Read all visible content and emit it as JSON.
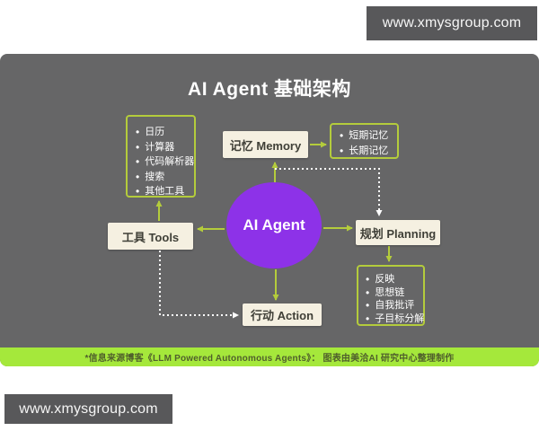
{
  "page": {
    "watermark_top": "www.xmysgroup.com",
    "watermark_bottom": "www.xmysgroup.com"
  },
  "diagram": {
    "title": "AI Agent 基础架构",
    "center_node": "AI Agent",
    "nodes": {
      "memory": "记忆 Memory",
      "tools": "工具 Tools",
      "planning": "规划 Planning",
      "action": "行动 Action"
    },
    "tool_items": [
      "日历",
      "计算器",
      "代码解析器",
      "搜索",
      "其他工具"
    ],
    "memory_items": [
      "短期记忆",
      "长期记忆"
    ],
    "planning_items": [
      "反映",
      "思想链",
      "自我批评",
      "子目标分解"
    ],
    "footer_note": "*信息来源博客《LLM Powered Autonomous Agents》： 图表由美洽AI 研究中心整理制作",
    "colors": {
      "panel_bg": "#666667",
      "accent_green": "#b4cc3c",
      "footer_green": "#a5e83b",
      "node_bg": "#f5f0e1",
      "center_purple": "#8d32e8",
      "watermark_bg": "#58585a"
    }
  }
}
